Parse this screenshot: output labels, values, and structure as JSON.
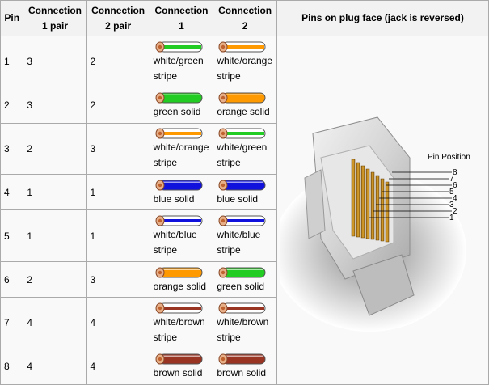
{
  "headers": {
    "pin": "Pin",
    "conn1_pair": "Connection\n1 pair",
    "conn2_pair": "Connection\n2 pair",
    "conn1": "Connection\n1",
    "conn2": "Connection\n2",
    "pins_face": "Pins on plug face (jack is reversed)"
  },
  "rows": [
    {
      "pin": "1",
      "c1p": "3",
      "c2p": "2",
      "c1": {
        "label": "white/green\nstripe",
        "base": "#ffffff",
        "stripe": "#22cc22"
      },
      "c2": {
        "label": "white/orange\nstripe",
        "base": "#ffffff",
        "stripe": "#ff9900"
      }
    },
    {
      "pin": "2",
      "c1p": "3",
      "c2p": "2",
      "c1": {
        "label": "green solid",
        "base": "#22cc22",
        "stripe": null
      },
      "c2": {
        "label": "orange solid",
        "base": "#ff9900",
        "stripe": null
      }
    },
    {
      "pin": "3",
      "c1p": "2",
      "c2p": "3",
      "c1": {
        "label": "white/orange\nstripe",
        "base": "#ffffff",
        "stripe": "#ff9900"
      },
      "c2": {
        "label": "white/green\nstripe",
        "base": "#ffffff",
        "stripe": "#22cc22"
      }
    },
    {
      "pin": "4",
      "c1p": "1",
      "c2p": "1",
      "c1": {
        "label": "blue solid",
        "base": "#1111dd",
        "stripe": null
      },
      "c2": {
        "label": "blue solid",
        "base": "#1111dd",
        "stripe": null
      }
    },
    {
      "pin": "5",
      "c1p": "1",
      "c2p": "1",
      "c1": {
        "label": "white/blue\nstripe",
        "base": "#ffffff",
        "stripe": "#1111dd"
      },
      "c2": {
        "label": "white/blue\nstripe",
        "base": "#ffffff",
        "stripe": "#1111dd"
      }
    },
    {
      "pin": "6",
      "c1p": "2",
      "c2p": "3",
      "c1": {
        "label": "orange solid",
        "base": "#ff9900",
        "stripe": null
      },
      "c2": {
        "label": "green solid",
        "base": "#22cc22",
        "stripe": null
      }
    },
    {
      "pin": "7",
      "c1p": "4",
      "c2p": "4",
      "c1": {
        "label": "white/brown\nstripe",
        "base": "#ffffff",
        "stripe": "#993322"
      },
      "c2": {
        "label": "white/brown\nstripe",
        "base": "#ffffff",
        "stripe": "#993322"
      }
    },
    {
      "pin": "8",
      "c1p": "4",
      "c2p": "4",
      "c1": {
        "label": "brown solid",
        "base": "#993322",
        "stripe": null
      },
      "c2": {
        "label": "brown solid",
        "base": "#993322",
        "stripe": null
      }
    }
  ],
  "plug_image": {
    "pin_position_label": "Pin Position",
    "pin_numbers": [
      "8",
      "7",
      "6",
      "5",
      "4",
      "3",
      "2",
      "1"
    ]
  }
}
